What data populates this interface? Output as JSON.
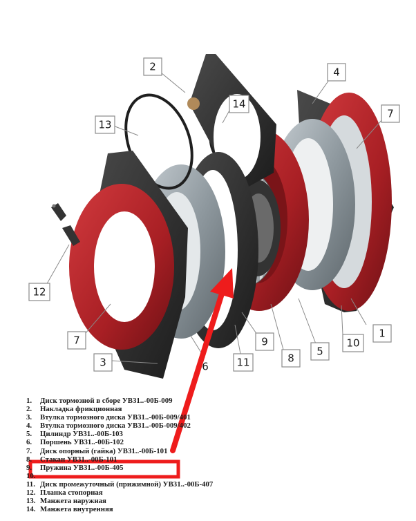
{
  "callouts": [
    {
      "label": "1"
    },
    {
      "label": "2"
    },
    {
      "label": "3"
    },
    {
      "label": "4"
    },
    {
      "label": "5"
    },
    {
      "label": "6"
    },
    {
      "label": "7"
    },
    {
      "label": "7"
    },
    {
      "label": "8"
    },
    {
      "label": "9"
    },
    {
      "label": "10"
    },
    {
      "label": "11"
    },
    {
      "label": "12"
    },
    {
      "label": "13"
    },
    {
      "label": "14"
    }
  ],
  "legend": [
    {
      "num": "1.",
      "text": "Диск тормозной в сборе УВ31..-00Б-009"
    },
    {
      "num": "2.",
      "text": "Накладка фрикционная"
    },
    {
      "num": "3.",
      "text": "Втулка тормозного диска УВ31..-00Б-009/401"
    },
    {
      "num": "4.",
      "text": "Втулка тормозного диска УВ31..-00Б-009/402"
    },
    {
      "num": "5.",
      "text": "Цилиндр УВ31..-00Б-103"
    },
    {
      "num": "6.",
      "text": "Поршень УВ31..-00Б-102"
    },
    {
      "num": "7.",
      "text": "Диск опорный (гайка) УВ31..-00Б-101"
    },
    {
      "num": "8.",
      "text": "Стакан УВ31..-00Б-101"
    },
    {
      "num": "9.",
      "text": "Пружина УВ31..-00Б-405"
    },
    {
      "num": "10.",
      "text": ""
    },
    {
      "num": "11.",
      "text": "Диск промежуточный (прижимной) УВ31..-00Б-407"
    },
    {
      "num": "12.",
      "text": "Планка стопорная"
    },
    {
      "num": "13.",
      "text": "Манжета наружная"
    },
    {
      "num": "14.",
      "text": "Манжета внутренняя"
    }
  ],
  "highlight": {
    "color": "#ee1c1c",
    "row": "9."
  },
  "colors": {
    "red_part": "#b5262b",
    "dark_part": "#2c2c2c",
    "grey_part": "#9aa3a9"
  }
}
